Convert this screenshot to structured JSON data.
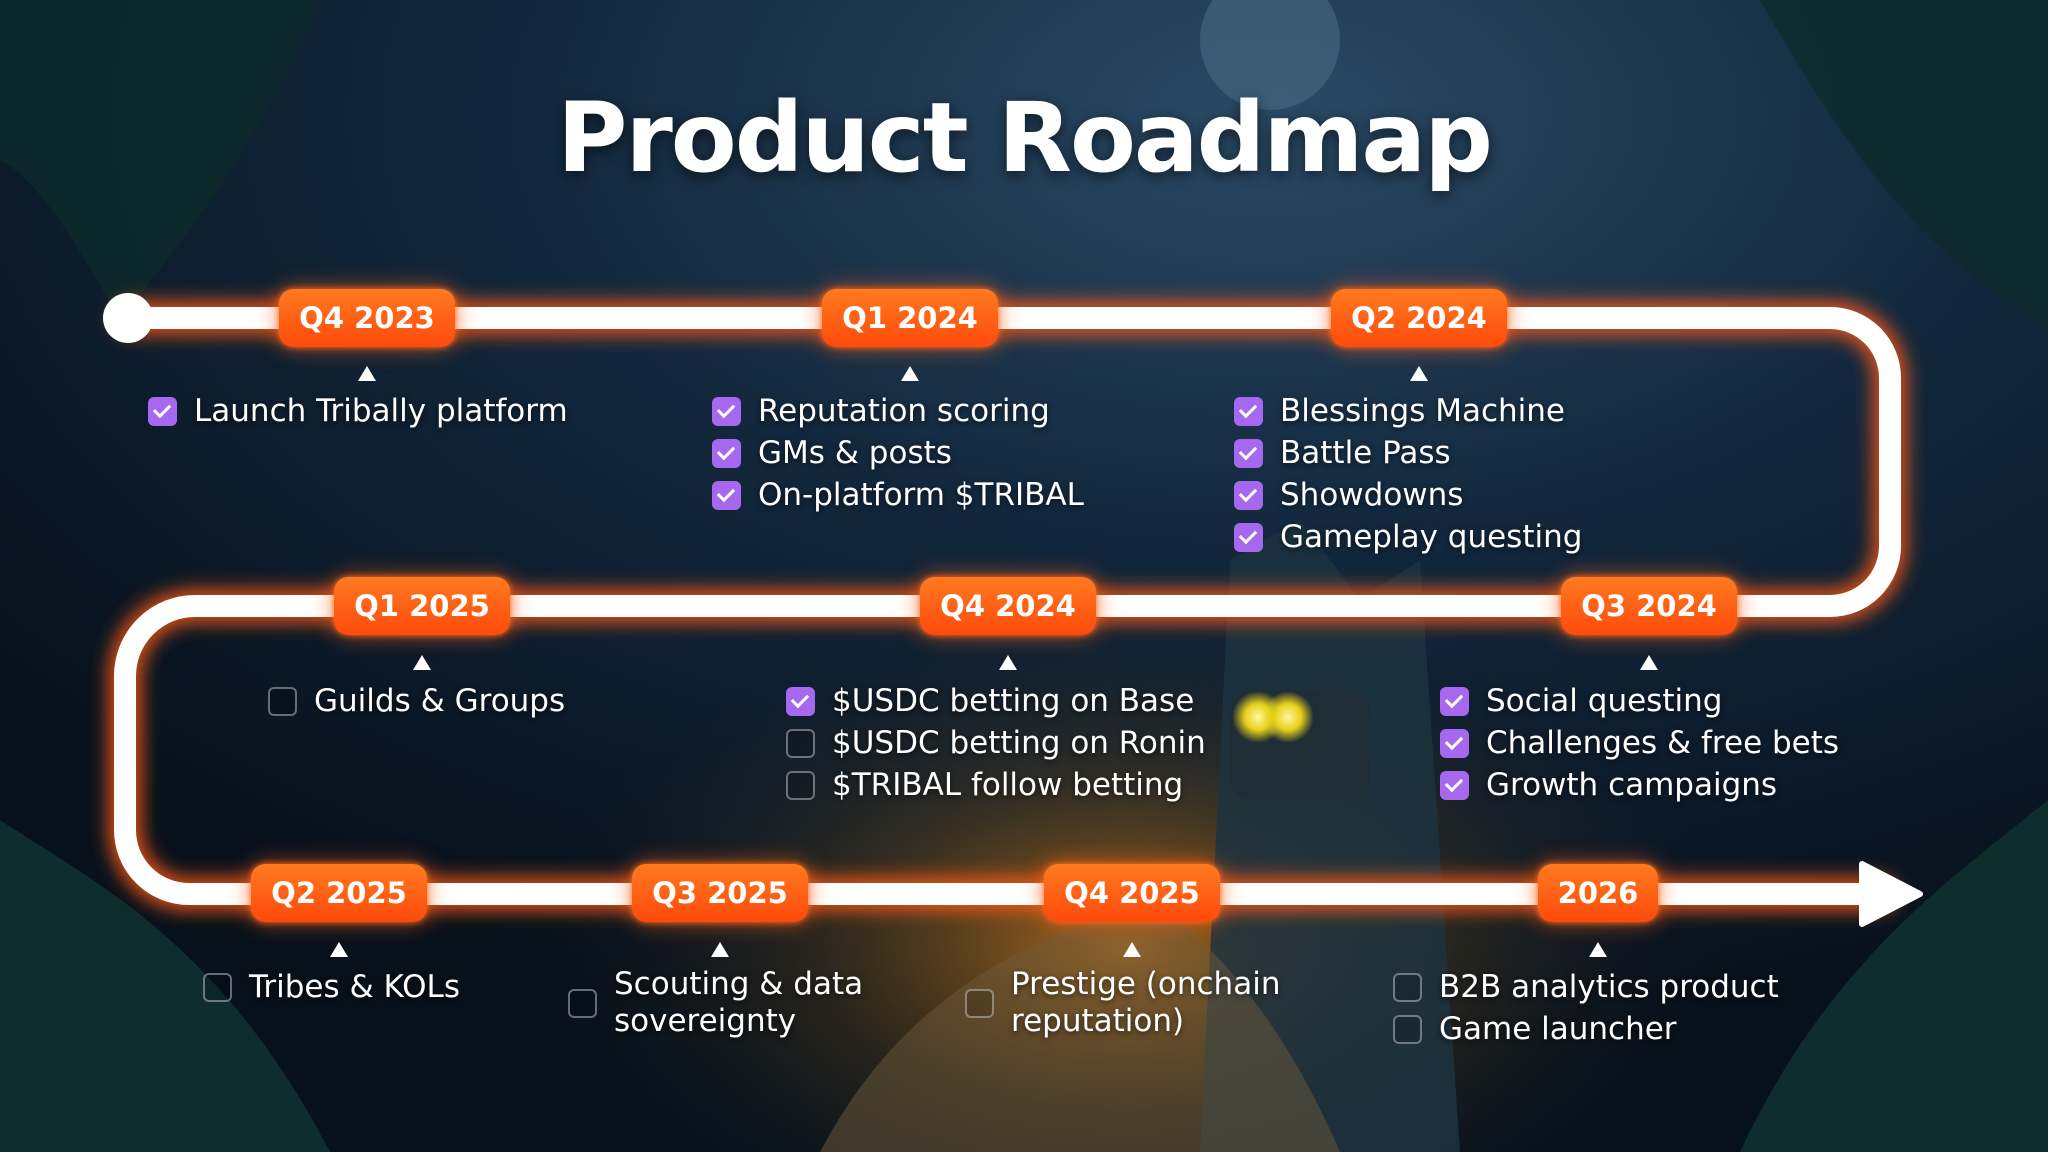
{
  "title": "Product Roadmap",
  "colors": {
    "accent_orange": "#ff5a14",
    "check_purple": "#a768f0",
    "track_white": "#ffffff",
    "background": "#0a1724"
  },
  "milestones": [
    {
      "id": "q4-2023",
      "label": "Q4 2023",
      "items": [
        {
          "text": "Launch Tribally platform",
          "done": true
        }
      ]
    },
    {
      "id": "q1-2024",
      "label": "Q1 2024",
      "items": [
        {
          "text": "Reputation scoring",
          "done": true
        },
        {
          "text": "GMs & posts",
          "done": true
        },
        {
          "text": "On-platform $TRIBAL",
          "done": true
        }
      ]
    },
    {
      "id": "q2-2024",
      "label": "Q2 2024",
      "items": [
        {
          "text": "Blessings Machine",
          "done": true
        },
        {
          "text": "Battle Pass",
          "done": true
        },
        {
          "text": "Showdowns",
          "done": true
        },
        {
          "text": "Gameplay questing",
          "done": true
        }
      ]
    },
    {
      "id": "q3-2024",
      "label": "Q3 2024",
      "items": [
        {
          "text": "Social questing",
          "done": true
        },
        {
          "text": "Challenges & free bets",
          "done": true
        },
        {
          "text": "Growth campaigns",
          "done": true
        }
      ]
    },
    {
      "id": "q4-2024",
      "label": "Q4 2024",
      "items": [
        {
          "text": "$USDC betting on Base",
          "done": true
        },
        {
          "text": "$USDC betting on Ronin",
          "done": false
        },
        {
          "text": "$TRIBAL follow betting",
          "done": false
        }
      ]
    },
    {
      "id": "q1-2025",
      "label": "Q1 2025",
      "items": [
        {
          "text": "Guilds & Groups",
          "done": false
        }
      ]
    },
    {
      "id": "q2-2025",
      "label": "Q2 2025",
      "items": [
        {
          "text": "Tribes & KOLs",
          "done": false
        }
      ]
    },
    {
      "id": "q3-2025",
      "label": "Q3 2025",
      "items": [
        {
          "text": "Scouting & data sovereignty",
          "done": false
        }
      ]
    },
    {
      "id": "q4-2025",
      "label": "Q4 2025",
      "items": [
        {
          "text": "Prestige (onchain reputation)",
          "done": false
        }
      ]
    },
    {
      "id": "2026",
      "label": "2026",
      "items": [
        {
          "text": "B2B analytics product",
          "done": false
        },
        {
          "text": "Game launcher",
          "done": false
        }
      ]
    }
  ]
}
